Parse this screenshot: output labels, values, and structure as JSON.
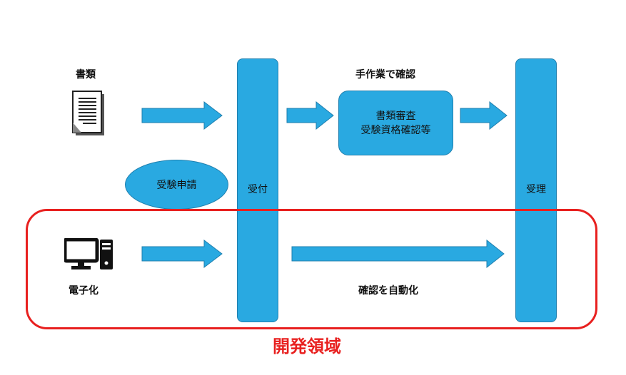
{
  "documents": {
    "label": "書類"
  },
  "electronic": {
    "label": "電子化"
  },
  "application_ellipse": {
    "label": "受験申請"
  },
  "reception_bar": {
    "label": "受付"
  },
  "acceptance_bar": {
    "label": "受理"
  },
  "manual_check": {
    "heading": "手作業で確認",
    "line1": "書類審査",
    "line2": "受験資格確認等"
  },
  "auto_check": {
    "label": "確認を自動化"
  },
  "dev_area": {
    "label": "開発領域"
  },
  "colors": {
    "shape_fill": "#29a9e1",
    "shape_border": "#1f7fae",
    "region_border": "#e8201f",
    "region_text": "#e8201f"
  },
  "icons": [
    "document-icon",
    "computer-icon"
  ]
}
